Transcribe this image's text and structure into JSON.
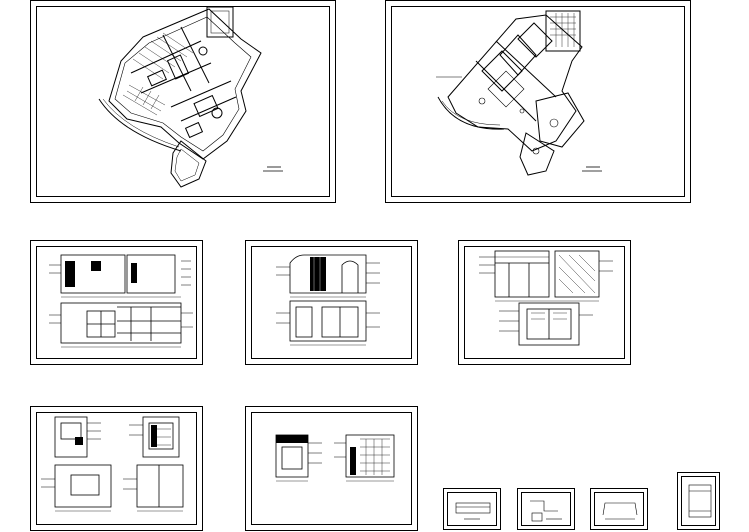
{
  "drawing_set": {
    "layout_style": "architectural CAD sheets on white canvas",
    "colors": {
      "ink": "#000000",
      "paper": "#ffffff"
    },
    "sheets": [
      {
        "id": "floor-plan-furniture",
        "kind": "plan"
      },
      {
        "id": "ceiling-plan",
        "kind": "plan"
      },
      {
        "id": "elevations-a",
        "kind": "elevations"
      },
      {
        "id": "elevations-b",
        "kind": "elevations"
      },
      {
        "id": "elevations-c",
        "kind": "elevations"
      },
      {
        "id": "elevations-d",
        "kind": "elevations"
      },
      {
        "id": "elevations-e",
        "kind": "elevations"
      },
      {
        "id": "detail-1",
        "kind": "detail"
      },
      {
        "id": "detail-2",
        "kind": "detail"
      },
      {
        "id": "detail-3",
        "kind": "detail"
      },
      {
        "id": "detail-4",
        "kind": "detail"
      }
    ]
  }
}
